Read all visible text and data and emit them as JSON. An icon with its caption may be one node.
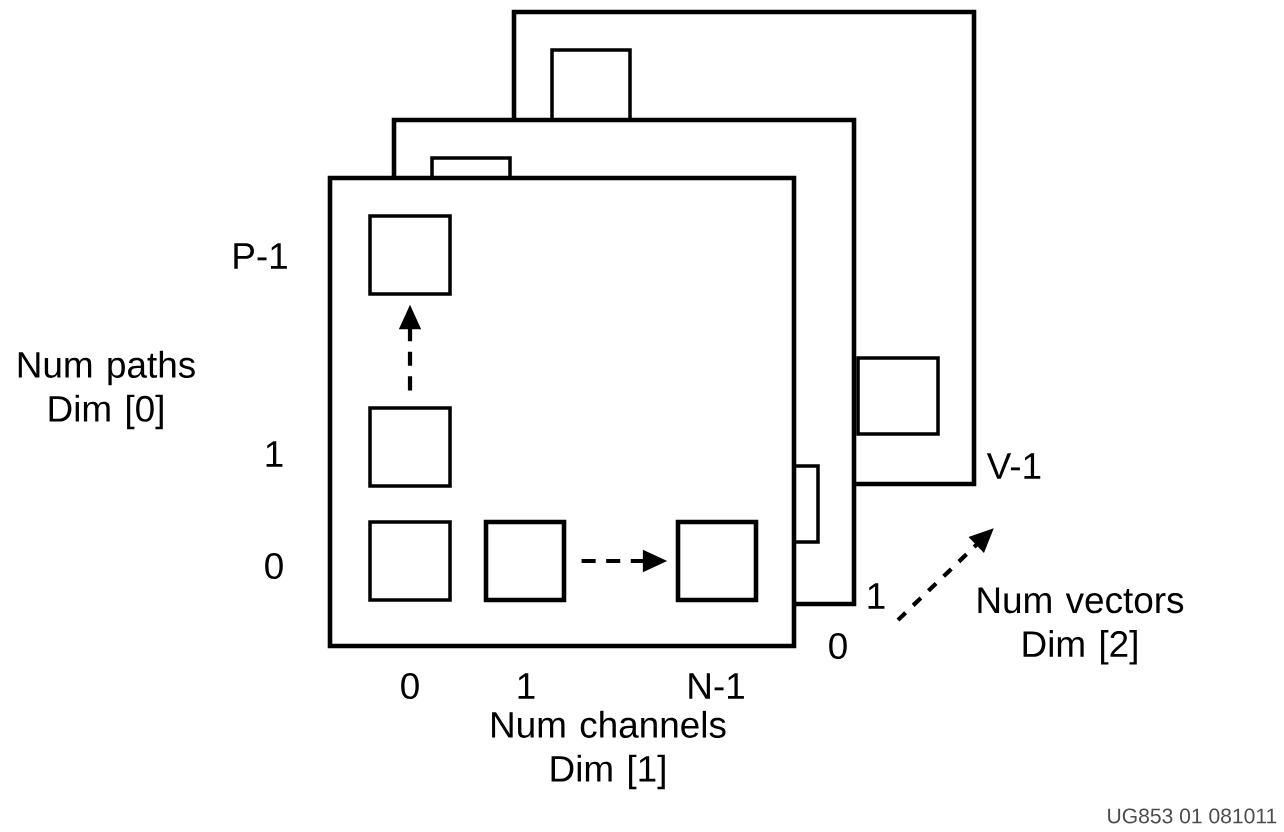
{
  "diagram": {
    "nodes": [
      {
        "text": [],
        "shape": "box"
      },
      {
        "text": [],
        "shape": "box",
        "in": 0
      },
      {
        "text": [],
        "shape": "box",
        "in": 0
      },
      {
        "text": [],
        "shape": "box"
      },
      {
        "text": [],
        "shape": "box",
        "in": 3
      },
      {
        "text": [],
        "shape": "box",
        "in": 3
      },
      {
        "text": [],
        "shape": "box"
      },
      {
        "text": [],
        "shape": "box",
        "in": 6
      },
      {
        "text": [],
        "shape": "box",
        "in": 6
      },
      {
        "text": [],
        "shape": "box",
        "in": 6
      },
      {
        "text": [],
        "shape": "box"
      },
      {
        "text": [],
        "shape": "box"
      }
    ],
    "edges": [
      {
        "from": 8,
        "to": 7,
        "arrow": "to",
        "style": "dashed"
      },
      {
        "from": 10,
        "to": 11,
        "arrow": "to",
        "style": "dashed"
      }
    ],
    "labels": [
      "P-1",
      "Num paths Dim [0]",
      "1",
      "V-1",
      "0",
      "1",
      "0",
      "Num vectors Dim [2]",
      "0",
      "1",
      "N-1",
      "Num channels Dim [1]",
      "UG853 01 081011"
    ]
  }
}
